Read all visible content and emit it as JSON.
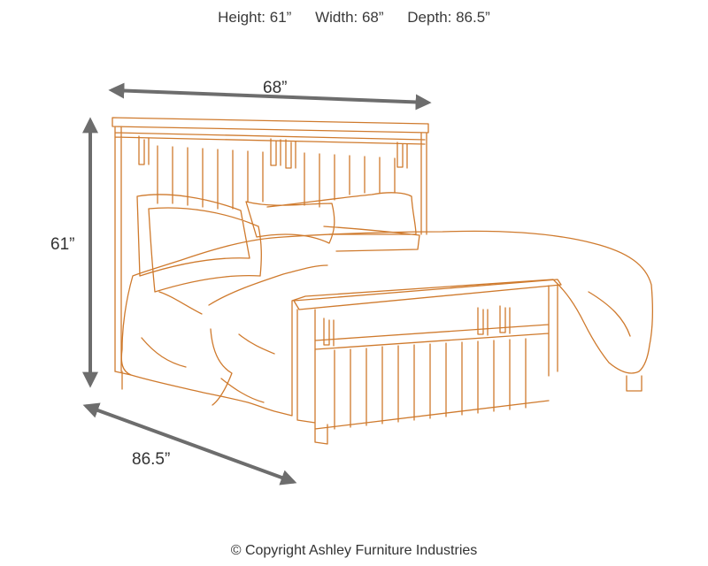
{
  "specs": {
    "height": "Height: 61”",
    "width": "Width: 68”",
    "depth": "Depth: 86.5”"
  },
  "dimensions": {
    "width_label": "68”",
    "height_label": "61”",
    "depth_label": "86.5”"
  },
  "copyright": "© Copyright Ashley Furniture Industries",
  "colors": {
    "outline": "#cf7a2d",
    "arrow": "#6d6d6d",
    "text": "#333333"
  }
}
